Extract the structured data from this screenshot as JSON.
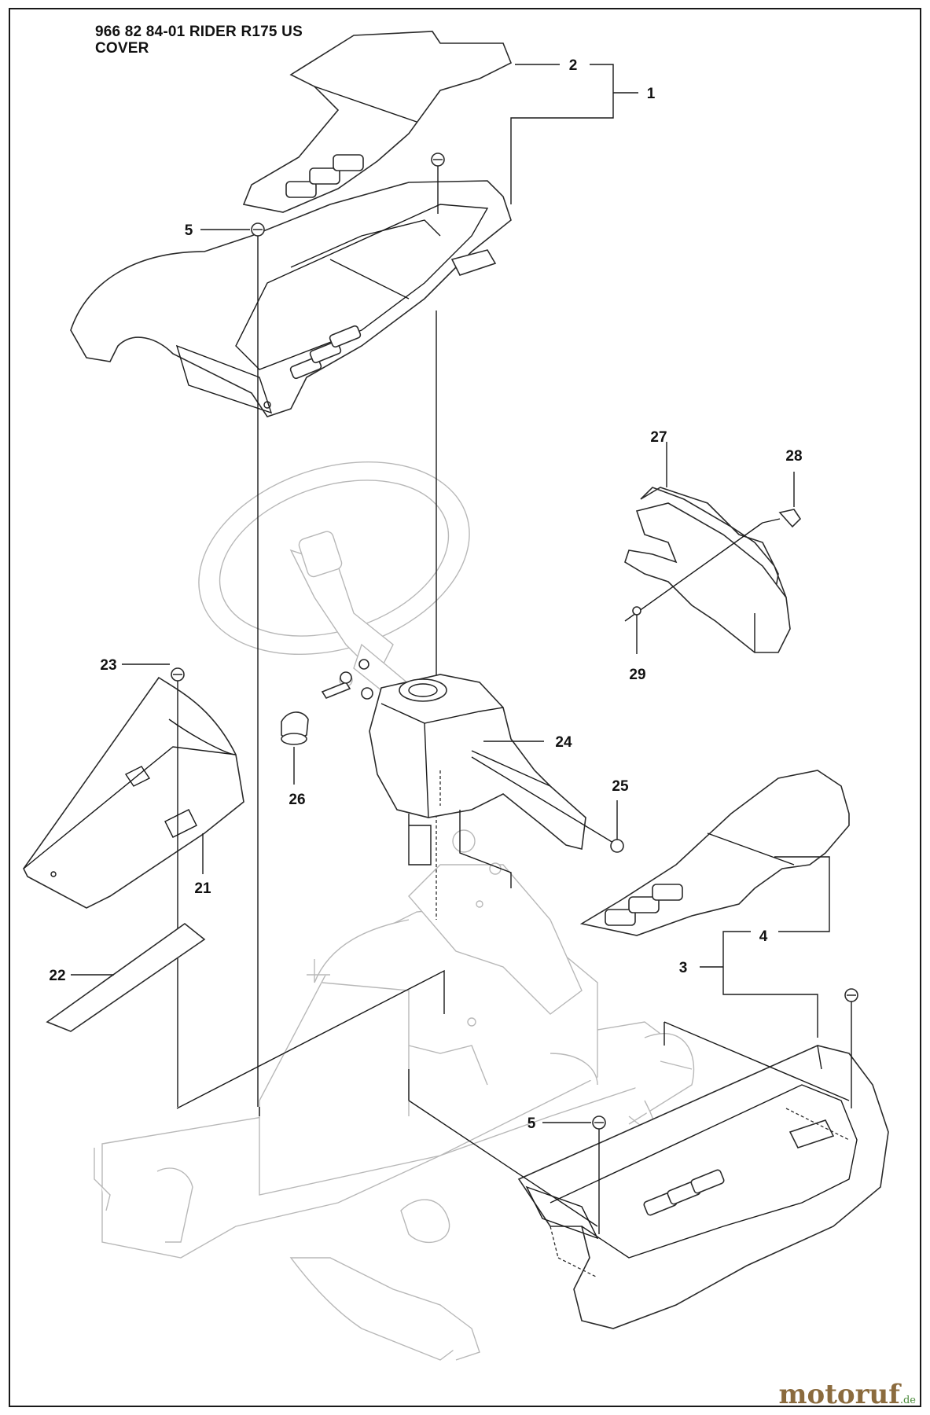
{
  "header": {
    "line1": "966 82 84-01 RIDER R175 US",
    "line2": "COVER"
  },
  "callouts": {
    "c1": "1",
    "c2": "2",
    "c3": "3",
    "c4": "4",
    "c5a": "5",
    "c5b": "5",
    "c21": "21",
    "c22": "22",
    "c23": "23",
    "c24": "24",
    "c25": "25",
    "c26": "26",
    "c27": "27",
    "c28": "28",
    "c29": "29"
  },
  "logo": {
    "main": "motoruf",
    "tld": ".de"
  },
  "colors": {
    "line": "#1a1a1a",
    "ghost": "#b8b8b8",
    "logo_brown": "#8b6b3e",
    "logo_green": "#4a8a3a"
  }
}
